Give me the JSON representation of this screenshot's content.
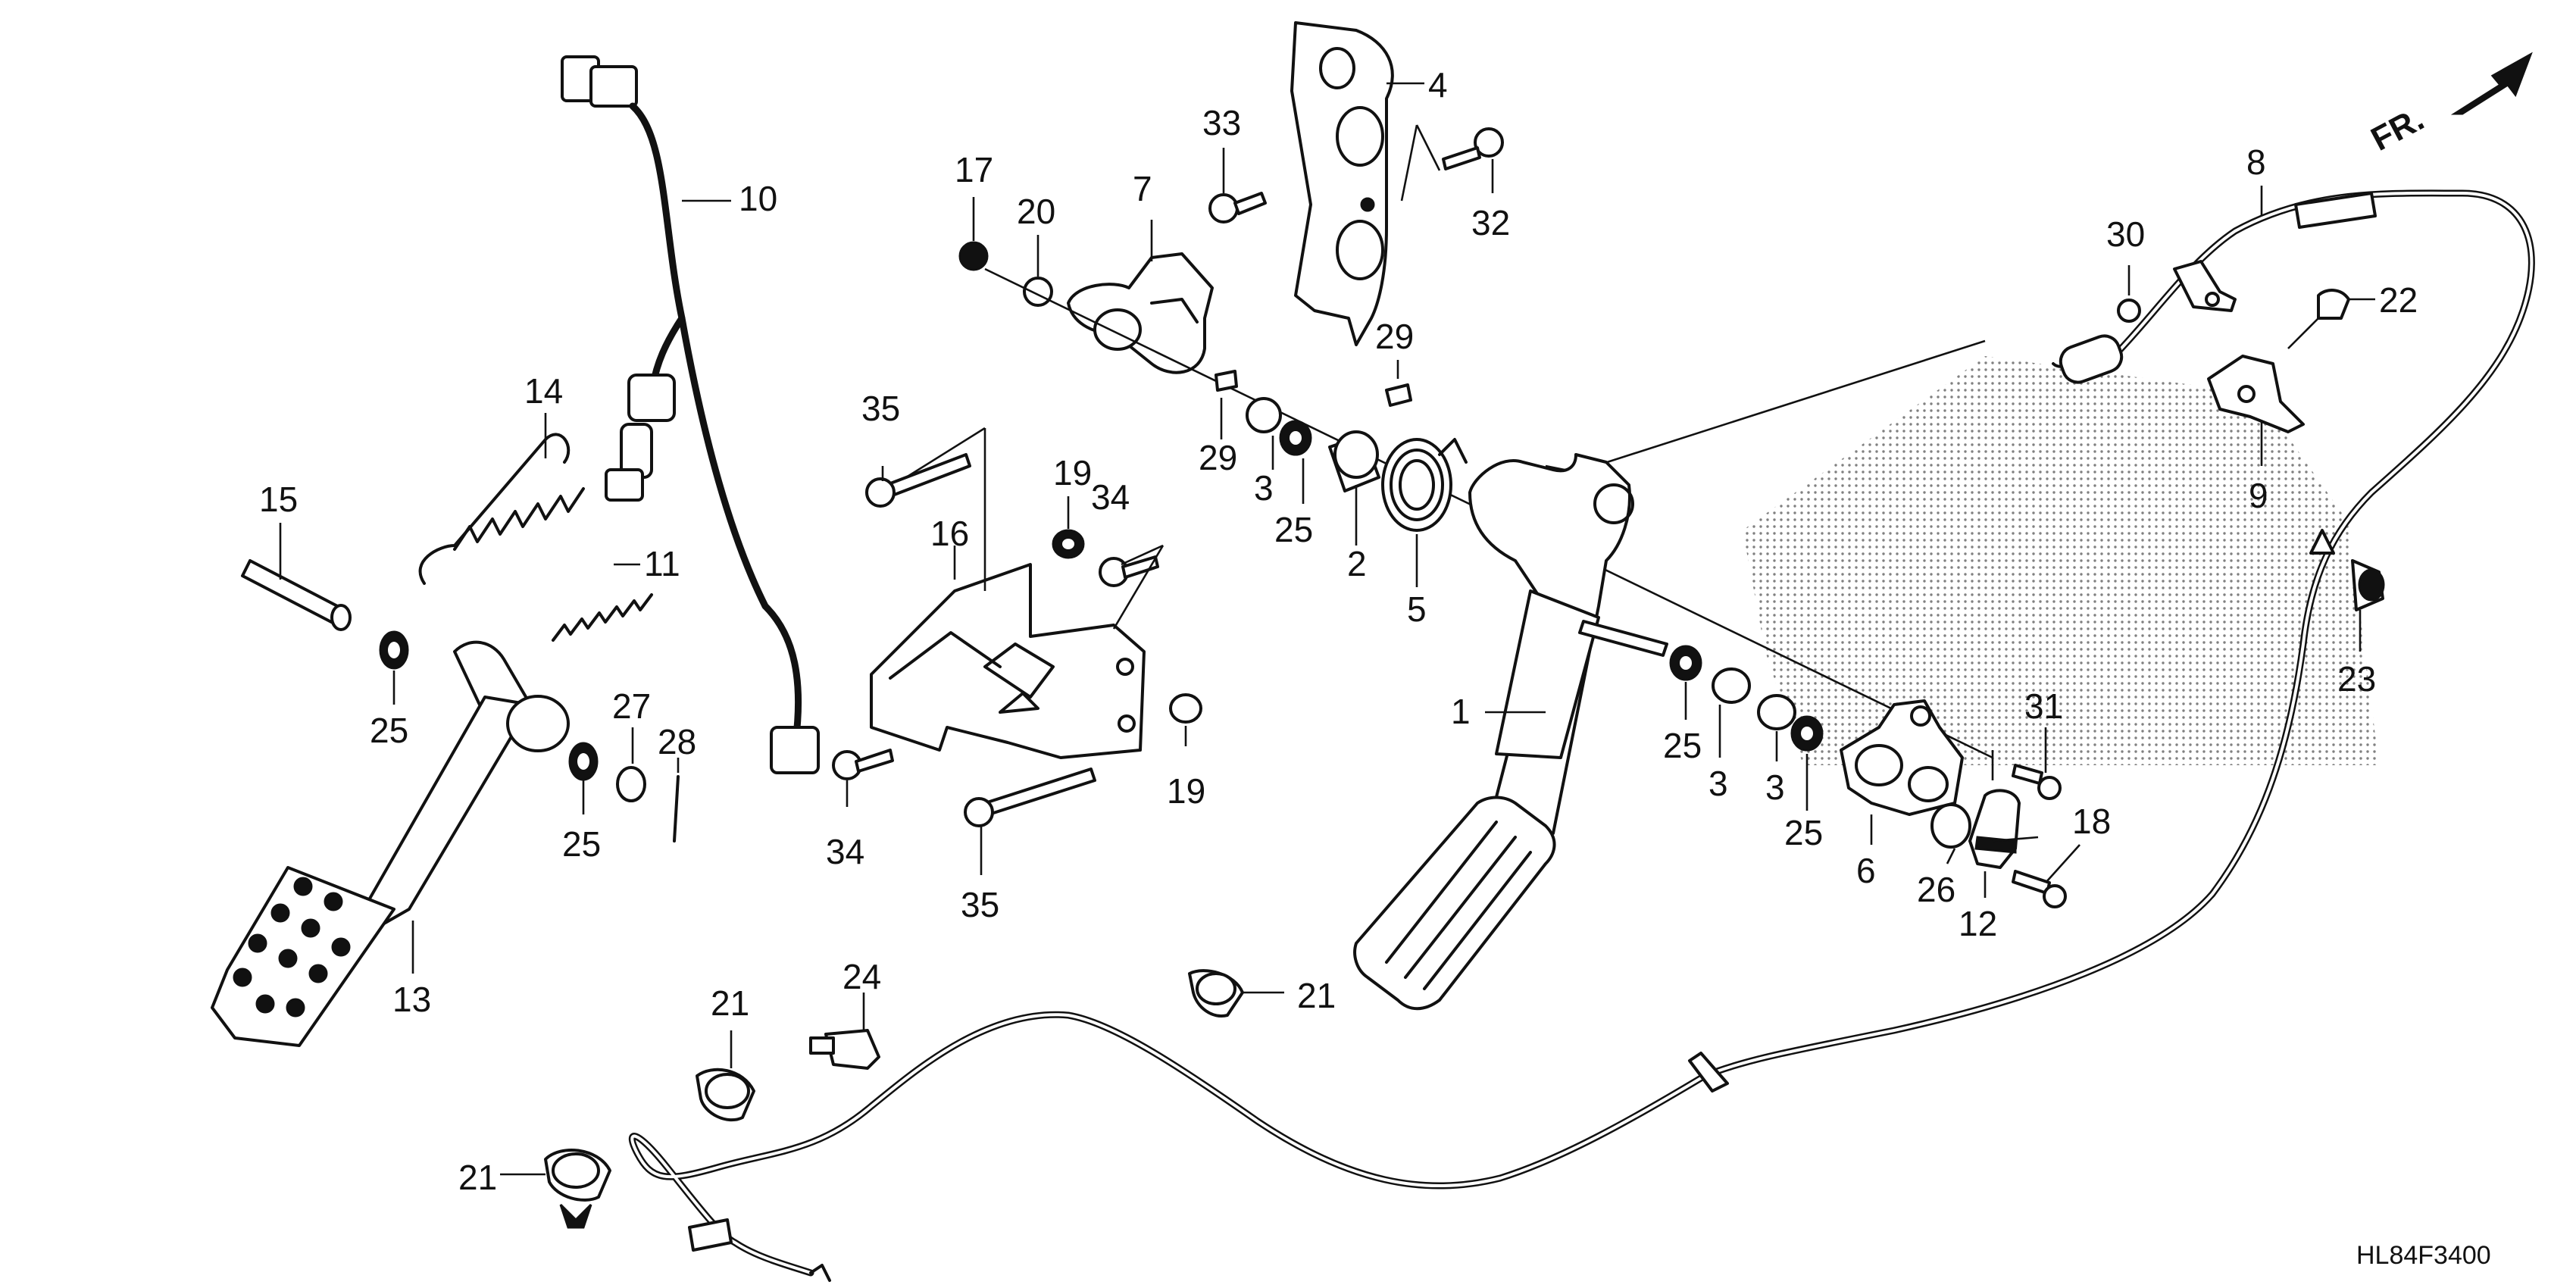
{
  "diagram": {
    "code": "HL84F3400",
    "direction_label": "FR.",
    "callouts": {
      "c1": "1",
      "c2": "2",
      "c3a": "3",
      "c3b": "3",
      "c3c": "3",
      "c4": "4",
      "c5": "5",
      "c6": "6",
      "c7": "7",
      "c8": "8",
      "c9": "9",
      "c10": "10",
      "c11": "11",
      "c12": "12",
      "c13": "13",
      "c14": "14",
      "c15": "15",
      "c16": "16",
      "c17": "17",
      "c18": "18",
      "c19a": "19",
      "c19b": "19",
      "c20": "20",
      "c21a": "21",
      "c21b": "21",
      "c21c": "21",
      "c22": "22",
      "c23": "23",
      "c24": "24",
      "c25a": "25",
      "c25b": "25",
      "c25c": "25",
      "c25d": "25",
      "c25e": "25",
      "c26": "26",
      "c27": "27",
      "c28": "28",
      "c29a": "29",
      "c29b": "29",
      "c30": "30",
      "c31": "31",
      "c32": "32",
      "c33": "33",
      "c34a": "34",
      "c34b": "34",
      "c35a": "35",
      "c35b": "35"
    }
  }
}
